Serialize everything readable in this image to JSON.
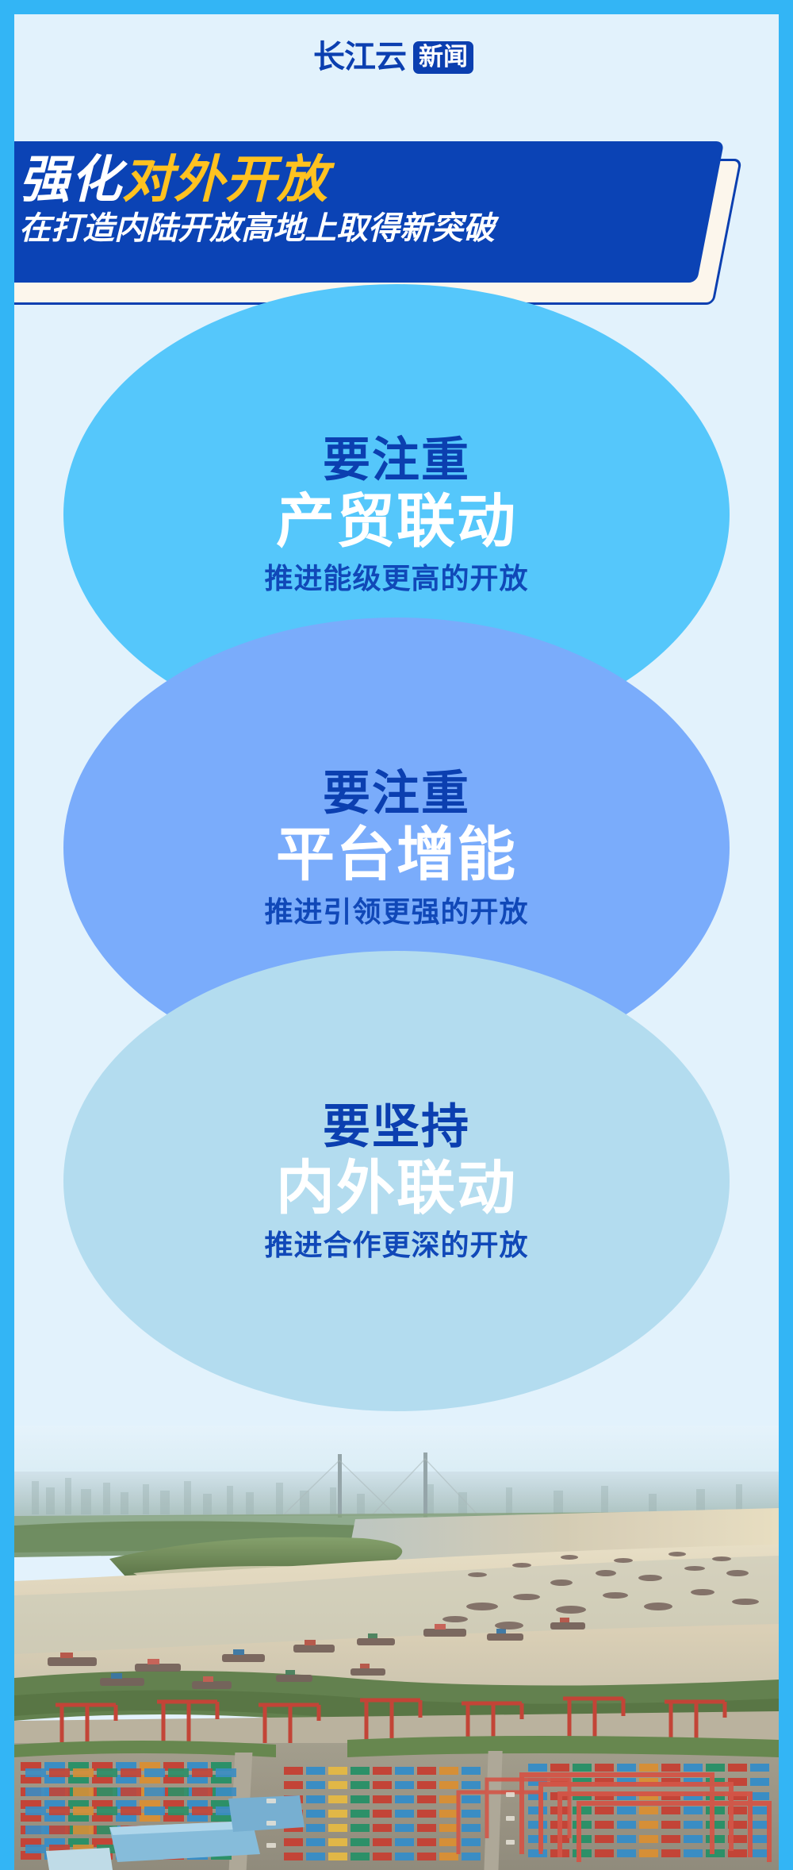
{
  "brand": {
    "name": "长江云",
    "tag": "新闻"
  },
  "banner": {
    "title_part_white": "强化",
    "title_part_gold": "对外开放",
    "subtitle": "在打造内陆开放高地上取得新突破"
  },
  "bubbles": [
    {
      "lead": "要注重",
      "main": "产贸联动",
      "sub": "推进能级更高的开放",
      "color": "#55C7FB"
    },
    {
      "lead": "要注重",
      "main": "平台增能",
      "sub": "推进引领更强的开放",
      "color": "#7AACFB"
    },
    {
      "lead": "要坚持",
      "main": "内外联动",
      "sub": "推进合作更深的开放",
      "color": "#B3DCEF"
    }
  ],
  "photo": {
    "description": "长江沿岸港口航拍：江面货船往返，岸边集装箱码头与龙门吊"
  },
  "colors": {
    "frame": "#33B5F5",
    "panel_bg": "#E2F2FC",
    "brand_blue": "#0B3FB0",
    "banner_blue": "#0B43B5",
    "banner_ghost": "#FCF6EC",
    "accent_gold": "#FFC220"
  }
}
